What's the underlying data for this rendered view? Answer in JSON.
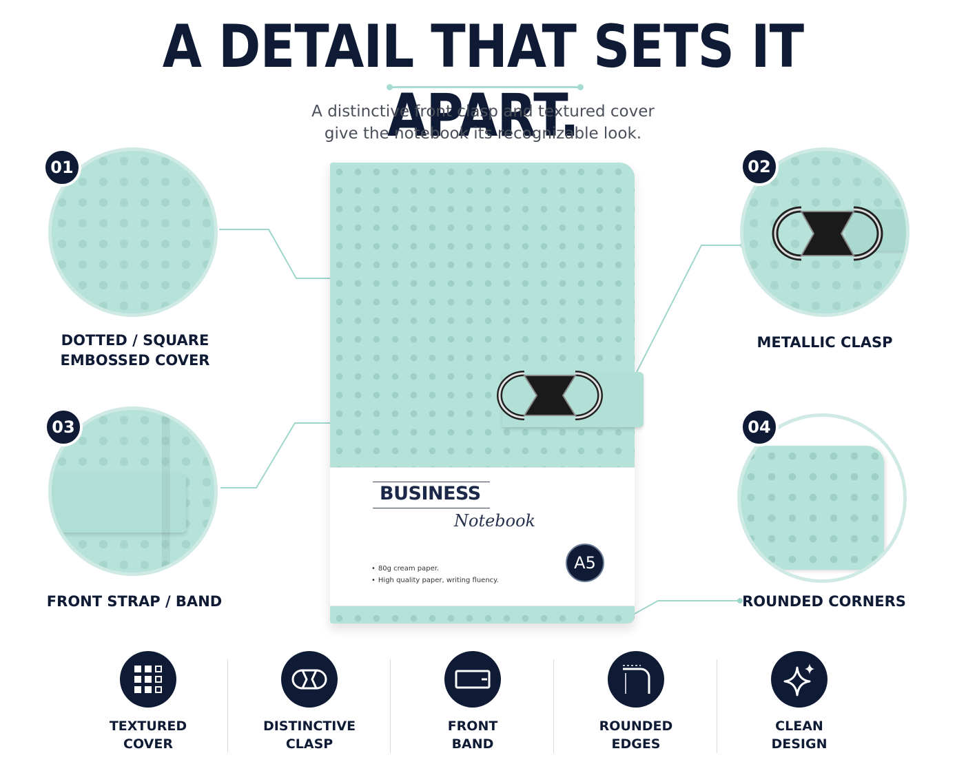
{
  "headline": "A DETAIL THAT SETS IT APART.",
  "subtitle": {
    "line1": "A distinctive front clasp and textured cover",
    "line2": "give the notebook its recognizable look."
  },
  "details": [
    {
      "number": "01",
      "caption": [
        "DOTTED / SQUARE",
        "EMBOSSED COVER"
      ]
    },
    {
      "number": "02",
      "caption": [
        "METALLIC CLASP"
      ]
    },
    {
      "number": "03",
      "caption": [
        "FRONT STRAP / BAND"
      ]
    },
    {
      "number": "04",
      "caption": [
        "ROUNDED CORNERS"
      ]
    }
  ],
  "notebook": {
    "brand": "BUSINESS",
    "script": "Notebook",
    "features": [
      "80g cream paper.",
      "High quality paper, writing fluency."
    ],
    "size": "A5"
  },
  "feature_row": [
    {
      "icon": "grid-icon",
      "label": [
        "TEXTURED",
        "COVER"
      ]
    },
    {
      "icon": "clasp-icon",
      "label": [
        "DISTINCTIVE",
        "CLASP"
      ]
    },
    {
      "icon": "band-icon",
      "label": [
        "FRONT",
        "BAND"
      ]
    },
    {
      "icon": "rounded-corner-icon",
      "label": [
        "ROUNDED",
        "EDGES"
      ]
    },
    {
      "icon": "sparkle-icon",
      "label": [
        "CLEAN",
        "DESIGN"
      ]
    }
  ],
  "colors": {
    "navy": "#0f1b35",
    "mint": "#b5e3da",
    "accent_line": "#a6dcd3"
  }
}
